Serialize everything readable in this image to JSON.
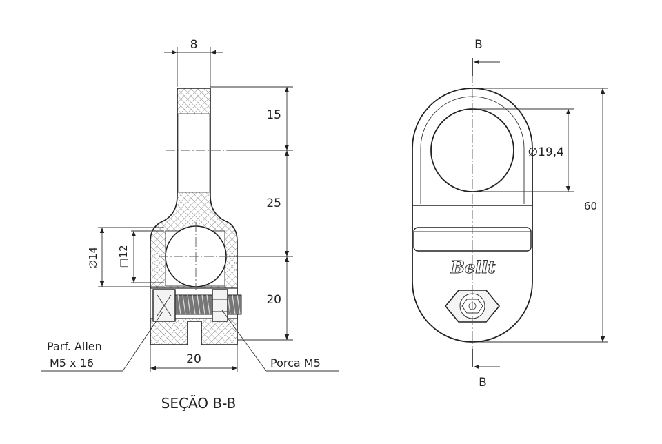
{
  "section_view": {
    "dimensions": {
      "top_width": "8",
      "seg_upper": "15",
      "seg_middle": "25",
      "seg_lower": "20",
      "bore_diameter": "∅14",
      "square": "□12",
      "bottom_width": "20"
    },
    "callouts": {
      "screw_line1": "Parf. Allen",
      "screw_line2": "M5 x 16",
      "nut": "Porca M5"
    },
    "caption": "SEÇÃO B-B"
  },
  "front_view": {
    "section_label_top": "B",
    "section_label_bottom": "B",
    "hole_diameter": "∅19,4",
    "overall_height": "60",
    "brand": "Bellt"
  },
  "colors": {
    "line": "#222222",
    "hatch": "#9a9a9a",
    "background": "#ffffff"
  }
}
